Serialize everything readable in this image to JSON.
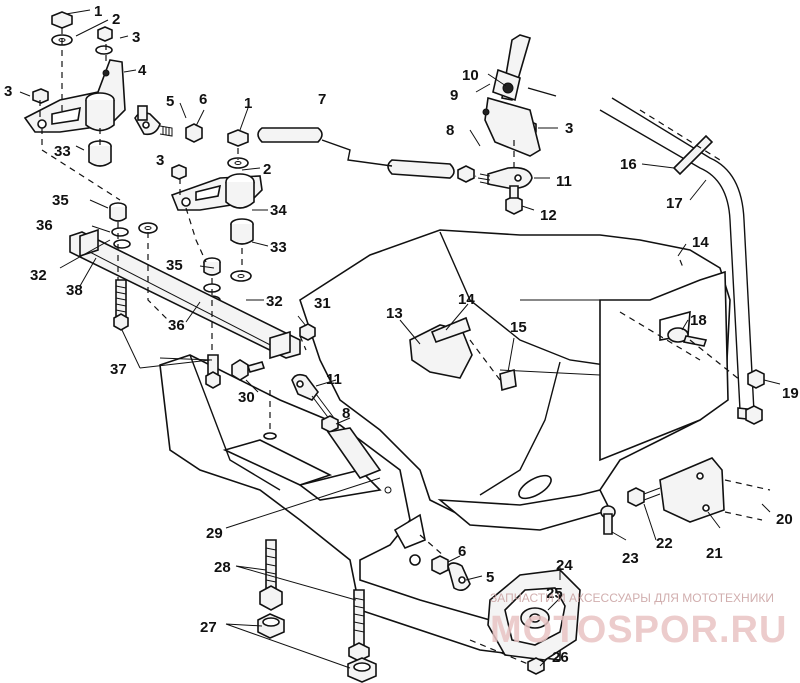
{
  "diagram": {
    "callouts": [
      "1",
      "2",
      "3",
      "4",
      "5",
      "6",
      "7",
      "8",
      "9",
      "10",
      "11",
      "12",
      "13",
      "14",
      "15",
      "16",
      "17",
      "18",
      "19",
      "20",
      "21",
      "22",
      "23",
      "24",
      "25",
      "26",
      "27",
      "28",
      "29",
      "30",
      "31",
      "32",
      "33",
      "34",
      "35",
      "36",
      "37",
      "38"
    ],
    "watermark": {
      "caption": "ЗАПЧАСТИ И АКСЕССУАРЫ ДЛЯ МОТОТЕХНИКИ",
      "logo": "MOTOSPOR.RU"
    }
  }
}
